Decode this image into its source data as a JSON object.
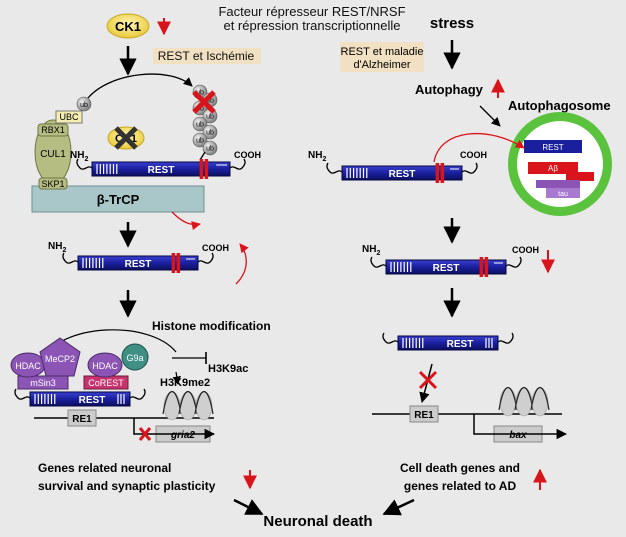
{
  "title": {
    "line1": "Facteur répresseur REST/NRSF",
    "line2": "et répression transcriptionnelle"
  },
  "left": {
    "ck1": "CK1",
    "context": "REST et Ischémie",
    "ub": "ub",
    "ubc": "UBC",
    "rbx1": "RBX1",
    "cul1": "CUL1",
    "skp1": "SKP1",
    "btrcp": "β-TrCP",
    "ck1_inhibited": "CK1",
    "nh2": "NH",
    "nh2_sub": "2",
    "cooh": "COOH",
    "rest": "REST",
    "histone_mod": "Histone modification",
    "hdac": "HDAC",
    "mecp2": "MeCP2",
    "g9a": "G9a",
    "msin3": "mSin3",
    "corest": "CoREST",
    "h3k9ac": "H3K9ac",
    "h3k9me2": "H3K9me2",
    "re1": "RE1",
    "gene": "gria2",
    "outcome_line1": "Genes related neuronal",
    "outcome_line2": "survival and synaptic plasticity"
  },
  "right": {
    "stress": "stress",
    "context_line1": "REST et maladie",
    "context_line2": "d'Alzheimer",
    "autophagy": "Autophagy",
    "autophagosome": "Autophagosome",
    "ap_rest": "REST",
    "ap_abeta": "Aβ",
    "ap_tau": "tau",
    "nh2": "NH",
    "nh2_sub": "2",
    "cooh": "COOH",
    "rest": "REST",
    "re1": "RE1",
    "gene": "bax",
    "outcome_line1": "Cell death genes and",
    "outcome_line2": "genes related to AD"
  },
  "final": "Neuronal death",
  "colors": {
    "rest_blue": "#1a1f9e",
    "red": "#d9141b",
    "ck1_yellow": "#f5d84a",
    "cul_green": "#b5bd82",
    "btrcp_teal": "#a9c7c9",
    "autophagosome_green": "#5ac23c",
    "purple": "#8c55b5",
    "pink": "#c8336e",
    "tan": "#f2ddb7"
  }
}
